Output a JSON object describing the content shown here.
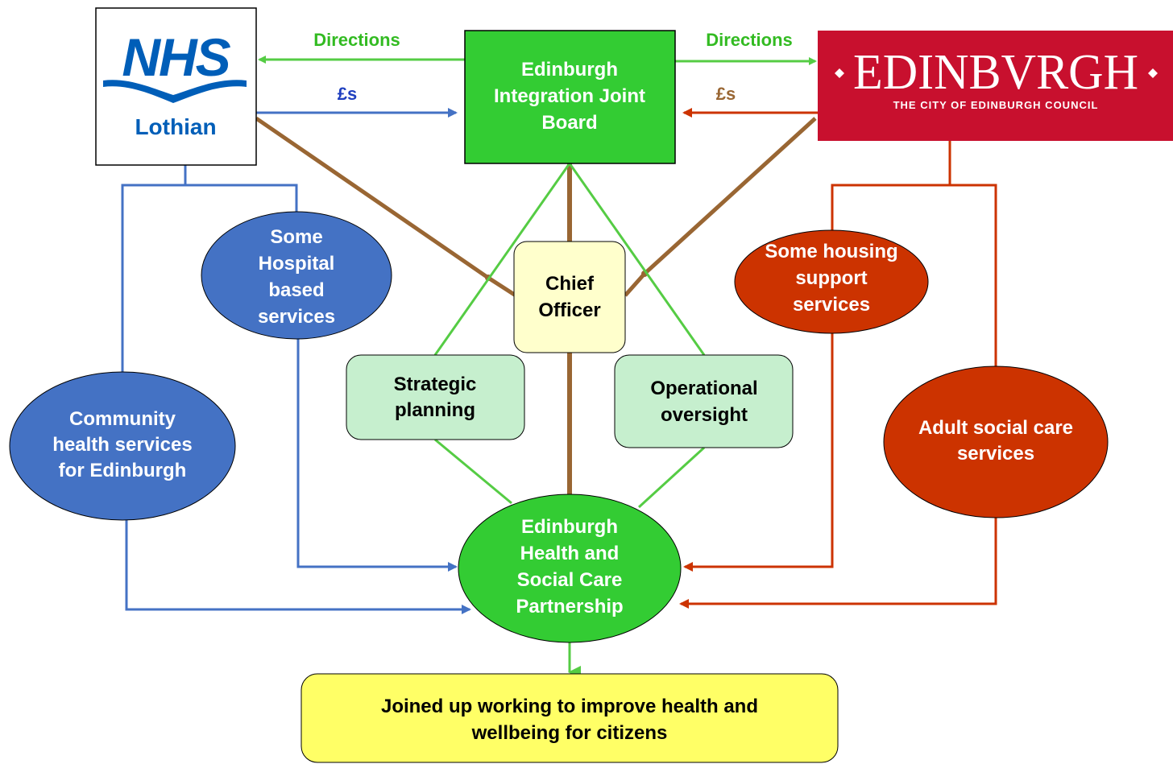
{
  "nodes": {
    "nhs": {
      "logo_word": "NHS",
      "subtitle": "Lothian"
    },
    "council": {
      "logo_word": "EDINBVRGH",
      "subtitle": "THE CITY OF EDINBURGH COUNCIL"
    },
    "ijb": {
      "lines": [
        "Edinburgh",
        "Integration Joint",
        "Board"
      ]
    },
    "chief_officer": {
      "lines": [
        "Chief",
        "Officer"
      ]
    },
    "strategic_planning": {
      "lines": [
        "Strategic",
        "planning"
      ]
    },
    "operational_oversight": {
      "lines": [
        "Operational",
        "oversight"
      ]
    },
    "hospital_services": {
      "lines": [
        "Some",
        "Hospital",
        "based",
        "services"
      ]
    },
    "community_health": {
      "lines": [
        "Community",
        "health services",
        "for Edinburgh"
      ]
    },
    "housing_support": {
      "lines": [
        "Some housing",
        "support",
        "services"
      ]
    },
    "adult_social_care": {
      "lines": [
        "Adult social care",
        "services"
      ]
    },
    "partnership": {
      "lines": [
        "Edinburgh",
        "Health and",
        "Social Care",
        "Partnership"
      ]
    },
    "outcome": {
      "lines": [
        "Joined up working to improve health and",
        "wellbeing for citizens"
      ]
    }
  },
  "edge_labels": {
    "directions_to_nhs": "Directions",
    "directions_to_council": "Directions",
    "funds_from_nhs": "£s",
    "funds_from_council": "£s"
  },
  "colors": {
    "nhs_blue": "#4472C4",
    "nhs_logo_blue": "#005EB8",
    "council_red": "#C8102E",
    "council_orange": "#CC3300",
    "ijb_green": "#33CC33",
    "line_green": "#55CC44",
    "brown": "#996633",
    "chief_fill": "#FFFFCC",
    "light_green": "#C6EFCE",
    "outcome_yellow": "#FFFF66",
    "funds_blue_text": "#1F3FBF",
    "funds_brown_text": "#996633"
  }
}
